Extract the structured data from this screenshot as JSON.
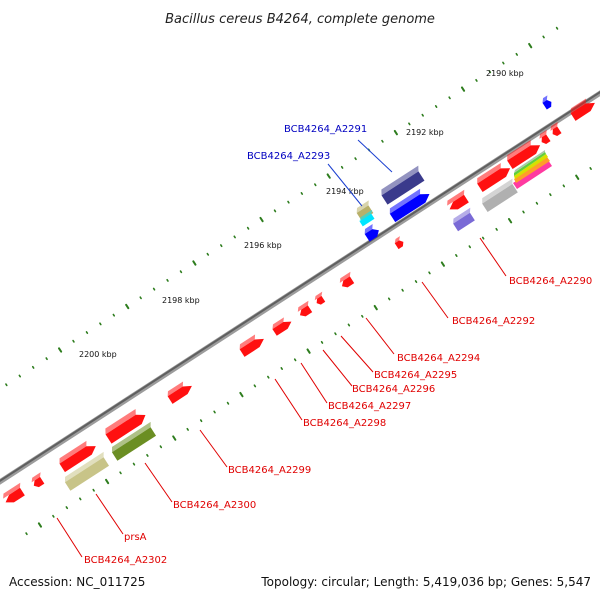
{
  "title": "Bacillus cereus B4264, complete genome",
  "accession": "Accession: NC_011725",
  "topology": "Topology: circular; Length: 5,419,036 bp; Genes: 5,547",
  "colors": {
    "backbone": "#8c8c8c",
    "label_red": "#e00000",
    "label_blue": "#0000c0",
    "tick_green": "#2e7d1e"
  },
  "ticks": [
    "2190 kbp",
    "2192 kbp",
    "2194 kbp",
    "2196 kbp",
    "2198 kbp",
    "2200 kbp"
  ],
  "gene_labels": [
    {
      "text": "BCB4264_A2291",
      "color": "blue"
    },
    {
      "text": "BCB4264_A2293",
      "color": "blue"
    },
    {
      "text": "BCB4264_A2290",
      "color": "red"
    },
    {
      "text": "BCB4264_A2292",
      "color": "red"
    },
    {
      "text": "BCB4264_A2294",
      "color": "red"
    },
    {
      "text": "BCB4264_A2295",
      "color": "red"
    },
    {
      "text": "BCB4264_A2296",
      "color": "red"
    },
    {
      "text": "BCB4264_A2297",
      "color": "red"
    },
    {
      "text": "BCB4264_A2298",
      "color": "red"
    },
    {
      "text": "BCB4264_A2299",
      "color": "red"
    },
    {
      "text": "BCB4264_A2300",
      "color": "red"
    },
    {
      "text": "prsA",
      "color": "red"
    },
    {
      "text": "BCB4264_A2302",
      "color": "red"
    }
  ]
}
